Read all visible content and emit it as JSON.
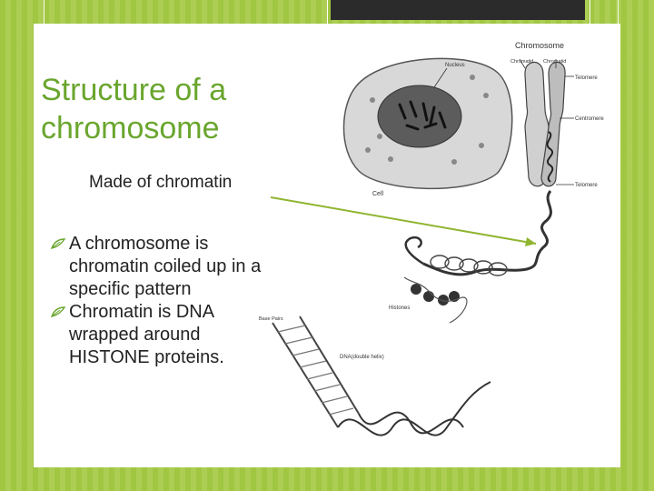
{
  "slide": {
    "title": "Structure of a chromosome",
    "subtitle": "Made of chromatin",
    "bullets": [
      "A chromosome is chromatin coiled up in a specific pattern",
      "Chromatin is DNA wrapped around HISTONE proteins."
    ]
  },
  "diagram": {
    "labels": {
      "chromosome": "Chromosome",
      "chromatid_left": "Chromatid",
      "chromatid_right": "Chromatid",
      "nucleus": "Nucleus",
      "telomere_top": "Telomere",
      "centromere": "Centromere",
      "telomere_bottom": "Telomere",
      "cell": "Cell",
      "histones": "Histones",
      "base_pairs": "Base Pairs",
      "dna": "DNA(double helix)"
    }
  },
  "colors": {
    "accent": "#6aa62e",
    "background": "#a6c94a",
    "arrow": "#8fb531"
  }
}
